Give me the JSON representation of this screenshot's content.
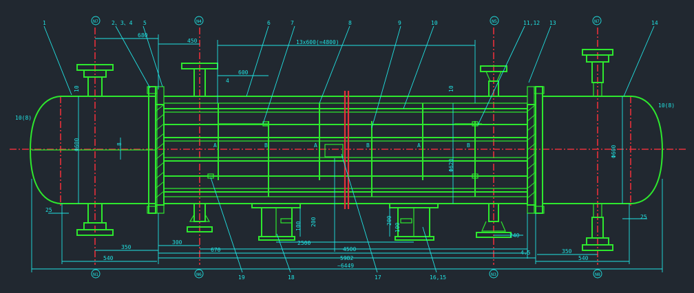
{
  "colors": {
    "background": "#212830",
    "outline": "#2ee82e",
    "dimension": "#21e3e3",
    "centerline": "#e8303a",
    "frame": "#e9e9e9"
  },
  "part_labels": {
    "p1": "1",
    "p234": "2、3、4",
    "p5": "5",
    "p6": "6",
    "p7": "7",
    "p8": "8",
    "p9": "9",
    "p10": "10",
    "p1112": "11,12",
    "p13": "13",
    "p14": "14",
    "p16_15": "16,15",
    "p17": "17",
    "p18": "18",
    "p19": "19"
  },
  "nozzles": {
    "top_n7_left": "N7",
    "top_n4": "N4",
    "top_n5": "N5",
    "top_n7_right": "N7",
    "bot_n1": "N1",
    "bot_n6": "N6",
    "bot_n3": "N3",
    "bot_n8": "N8"
  },
  "dimensions": {
    "d680": "680",
    "d450": "450",
    "d600": "600",
    "d4": "4",
    "d_pitch": "13x600(=4800)",
    "d10_left": "10",
    "d10_right": "10",
    "d_phi600_left": "Φ600",
    "d_phi600_right": "Φ600",
    "d_phi620": "Φ620",
    "d8": "8",
    "d10_8_left": "10(8)",
    "d10_8_right": "10(8)",
    "d25_left": "25",
    "d25_right": "25",
    "d200_a": "200",
    "d100_a": "100",
    "d200_b": "200",
    "d100_b": "100",
    "d350_left": "350",
    "d300": "300",
    "d2500": "2500",
    "d670": "670",
    "d4500": "4500",
    "d5982": "5982",
    "d6449": "~6449",
    "d540_left": "540",
    "d240": "240",
    "d4_5": "4.5",
    "d350_right": "350",
    "d540_right": "540"
  },
  "section_marks": {
    "a1": "A",
    "b1": "B",
    "a2": "A",
    "b2": "B",
    "a3": "A",
    "b3": "B"
  }
}
